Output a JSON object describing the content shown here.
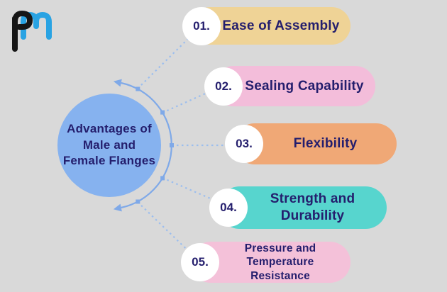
{
  "canvas": {
    "background": "#d9d9d9"
  },
  "logo": {
    "name": "pm-monogram",
    "p_letter": "p",
    "m_letter": "m",
    "p_color": "#161616",
    "m_color": "#29a3e3"
  },
  "center_circle": {
    "lines": [
      "Advantages of",
      "Male and",
      "Female Flanges"
    ],
    "fill_color": "#86b2ef",
    "text_color": "#241e6d"
  },
  "connector": {
    "arc_color": "#7fa9e8",
    "dotted_color": "#9cbeee"
  },
  "items": [
    {
      "number": "01.",
      "title": "Ease of Assembly",
      "color": "#efd396"
    },
    {
      "number": "02.",
      "title": "Sealing Capability",
      "color": "#f3bdda"
    },
    {
      "number": "03.",
      "title": "Flexibility",
      "color": "#f0a876"
    },
    {
      "number": "04.",
      "title": "Strength and Durability",
      "color": "#57d5ce"
    },
    {
      "number": "05.",
      "title": "Pressure and Temperature Resistance",
      "color": "#f4c1d9"
    }
  ]
}
